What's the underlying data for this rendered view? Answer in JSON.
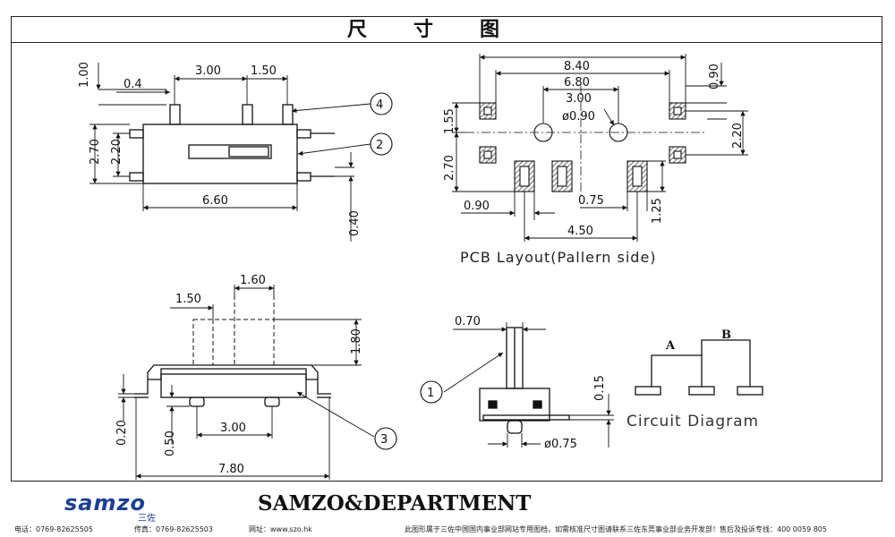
{
  "header": {
    "title": "尺寸图"
  },
  "top_view": {
    "dims": [
      "1.00",
      "0.4",
      "3.00",
      "1.50",
      "2.70",
      "2.20",
      "6.60",
      "0.40"
    ],
    "callouts": [
      "4",
      "2"
    ]
  },
  "pcb_layout": {
    "dims": [
      "8.40",
      "6.80",
      "3.00",
      "ø0.90",
      "0.90",
      "1.55",
      "2.70",
      "2.20",
      "0.90",
      "0.75",
      "4.50",
      "1.25"
    ],
    "caption": "PCB Layout(Pallern side)"
  },
  "side_view": {
    "dims": [
      "1.60",
      "1.50",
      "1.80",
      "0.20",
      "0.50",
      "3.00",
      "7.80"
    ],
    "callouts": [
      "3"
    ]
  },
  "end_view": {
    "dims": [
      "0.70",
      "0.15",
      "ø0.75"
    ],
    "callouts": [
      "1"
    ]
  },
  "circuit": {
    "labels": [
      "A",
      "B"
    ],
    "caption": "Circuit Diagram"
  },
  "brand": {
    "logo": "samzo",
    "logo_cn": "三佐",
    "name": "SAMZO&DEPARTMENT"
  },
  "footer": {
    "phone": "电话：0769-82625505",
    "fax": "传真：0769-82625503",
    "website": "网址：www.szo.hk",
    "notice": "此图形属于三佐中国国内事业部网站专用图档，如需核准尺寸图请联系三佐东莞事业部业务开发部！售后及投诉专线：400 0059 805"
  },
  "colors": {
    "line": "#111111",
    "hatch": "#333333",
    "logo": "#1b3f93"
  }
}
